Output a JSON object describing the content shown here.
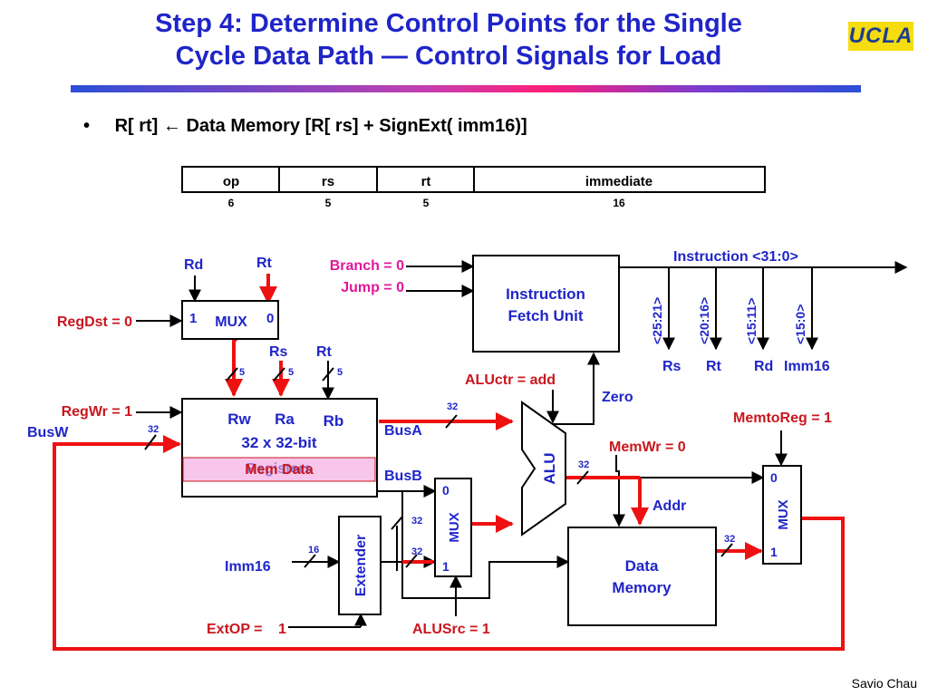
{
  "title": {
    "line1": "Step 4: Determine Control Points for the Single",
    "line2": "Cycle Data Path — Control Signals for Load"
  },
  "logo": "UCLA",
  "bullet": {
    "marker": "•",
    "text": "R[ rt] ← Data Memory [R[ rs] + SignExt( imm16)]"
  },
  "instruction_format": {
    "fields": [
      "op",
      "rs",
      "rt",
      "immediate"
    ],
    "widths": [
      "6",
      "5",
      "5",
      "16"
    ]
  },
  "control_signals": {
    "branch": "Branch = 0",
    "jump": "Jump = 0",
    "regdst": "RegDst = 0",
    "regwr": "RegWr = 1",
    "aluctr": "ALUctr = add",
    "memtoreg": "MemtoReg = 1",
    "memwr": "MemWr = 0",
    "extop": "ExtOP =",
    "extop_value": "1",
    "alusrc": "ALUSrc = 1"
  },
  "labels": {
    "rd": "Rd",
    "rt": "Rt",
    "rs": "Rs",
    "rt2": "Rt",
    "mux": "MUX",
    "mux_in1": "1",
    "mux_in0": "0",
    "five": "5",
    "instruction_fetch_unit_1": "Instruction",
    "instruction_fetch_unit_2": "Fetch Unit",
    "instruction_bus": "Instruction <31:0>",
    "field_25_21": "<25:21>",
    "field_20_16": "<20:16>",
    "field_15_11": "<15:11>",
    "field_15_0": "<15:0>",
    "out_rs": "Rs",
    "out_rt": "Rt",
    "out_rd": "Rd",
    "out_imm16": "Imm16",
    "zero": "Zero",
    "busw": "BusW",
    "busa": "BusA",
    "busb": "BusB",
    "thirty_two": "32",
    "sixteen": "16",
    "rw": "Rw",
    "ra": "Ra",
    "rb": "Rb",
    "regfile_1": "32 x 32-bit",
    "regfile_2": "Registers",
    "mem_data": "Mem Data",
    "alu": "ALU",
    "extender": "Extender",
    "imm16": "Imm16",
    "addr": "Addr",
    "data_memory_1": "Data",
    "data_memory_2": "Memory"
  },
  "colors": {
    "title": "#1f25c8",
    "signal": "#c8171e",
    "highlight_path": "#ee1111",
    "label_blue": "#1f25c8",
    "mem_data_fill": "#f8c6ea",
    "logo_bg": "#f6dd10"
  },
  "footer": "Savio Chau"
}
